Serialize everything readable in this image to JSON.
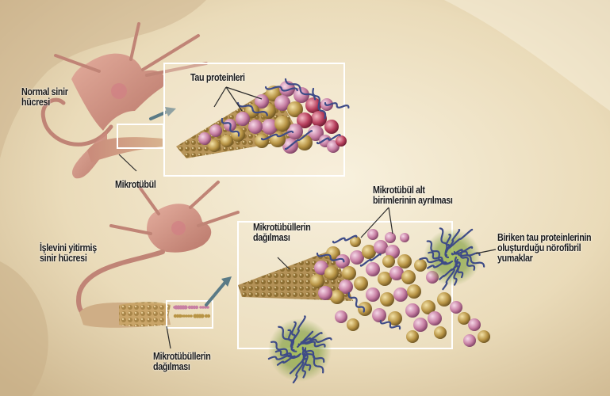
{
  "labels": {
    "normal_cell": [
      "Normal sinir",
      "hücresi"
    ],
    "tau_proteins": "Tau proteinleri",
    "microtubule": "Mikrotübül",
    "subunit_separation": [
      "Mikrotübül alt",
      "birimlerinin ayrılması"
    ],
    "microtubule_disintegration_top": [
      "Mikrotübüllerin",
      "dağılması"
    ],
    "dysfunctional_cell": [
      "İşlevini yitirmiş",
      "sinir hücresi"
    ],
    "tangles": [
      "Biriken tau proteinlerinin",
      "oluşturduğu nörofibril",
      "yumaklar"
    ],
    "microtubule_disintegration_bottom": [
      "Mikrotübüllerin",
      "dağılması"
    ]
  },
  "colors": {
    "background": "#efe6cf",
    "neuron": "#c98a7a",
    "tau_protein": "#c77fa3",
    "tubulin_gold": "#b89445",
    "tangle_blue": "#3b4a86",
    "tangle_glow": "#7a9a3a",
    "frame": "#ffffff"
  }
}
